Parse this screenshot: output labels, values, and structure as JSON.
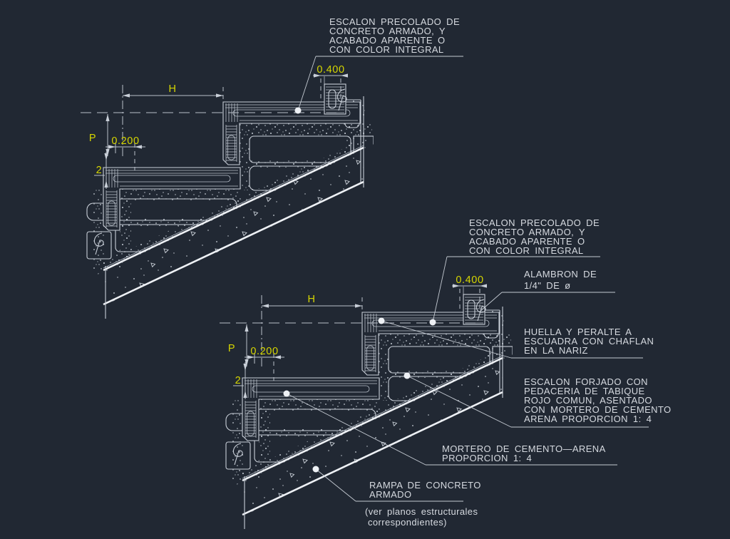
{
  "colors": {
    "background": "#212833",
    "linework": "#c9cfd8",
    "dimension_text": "#d6d600",
    "annotation_text": "#d6dae0",
    "ramp_edge": "#eef1f5"
  },
  "dims": {
    "h": "H",
    "p": "P",
    "tread_offset": "0.200",
    "mortar_bed": "2",
    "nosing": "0.400"
  },
  "annotations": {
    "precolado": {
      "lines": [
        "ESCALON PRECOLADO DE",
        "CONCRETO ARMADO, Y",
        "ACABADO APARENTE O",
        "CON COLOR INTEGRAL"
      ]
    },
    "alambron": {
      "lines": [
        "ALAMBRON DE",
        "1/4\" DE ø"
      ]
    },
    "huella": {
      "lines": [
        "HUELLA Y PERALTE A",
        "ESCUADRA CON CHAFLAN",
        "EN LA NARIZ"
      ]
    },
    "forjado": {
      "lines": [
        "ESCALON FORJADO CON",
        "PEDACERIA DE TABIQUE",
        "ROJO COMUN, ASENTADO",
        "CON MORTERO DE CEMENTO",
        "ARENA PROPORCION 1: 4"
      ]
    },
    "mortero": {
      "lines": [
        "MORTERO DE CEMENTO—ARENA",
        "PROPORCION 1: 4"
      ]
    },
    "rampa": {
      "lines": [
        "RAMPA DE CONCRETO",
        "ARMADO"
      ],
      "note": [
        "(ver planos estructurales",
        "correspondientes)"
      ]
    }
  }
}
